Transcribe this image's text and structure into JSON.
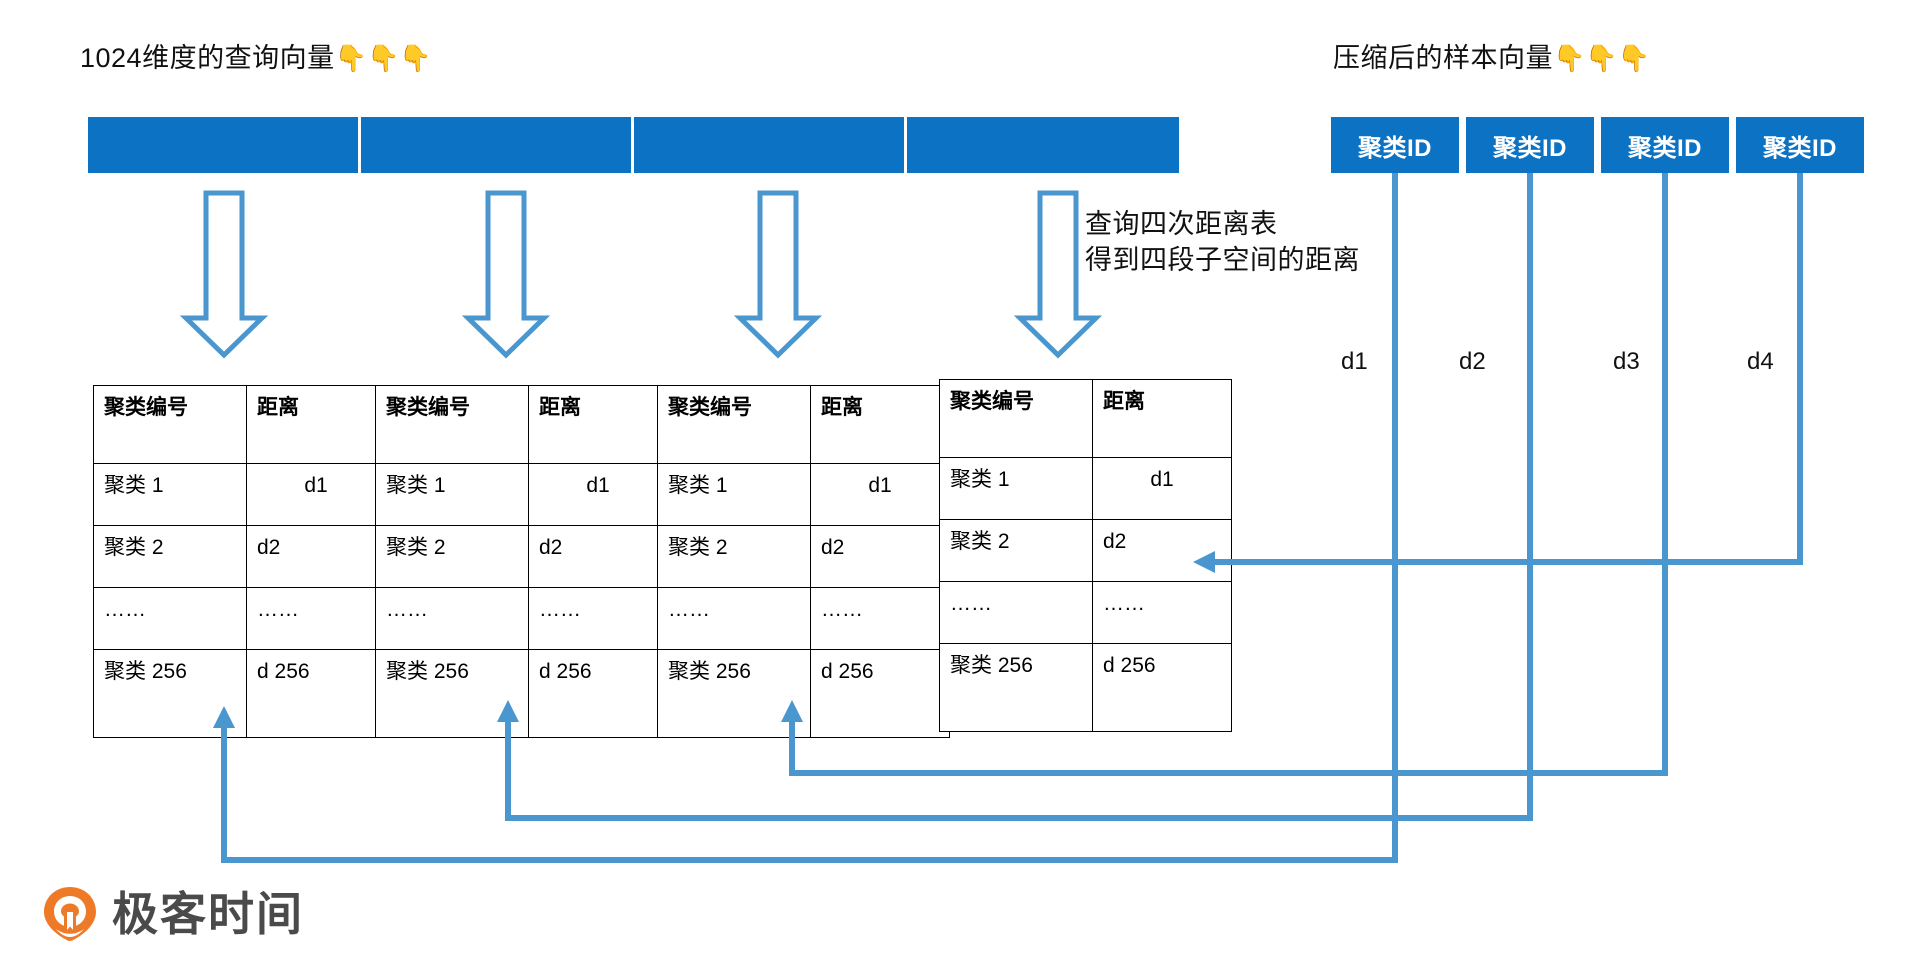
{
  "headings": {
    "left": "1024维度的查询向量",
    "left_emoji": "👇👇👇",
    "right": "压缩后的样本向量",
    "right_emoji": "👇👇👇"
  },
  "annotation": {
    "line1": "查询四次距离表",
    "line2": "得到四段子空间的距离"
  },
  "query_vector": {
    "segment_count": 4,
    "color": "#0B72C4"
  },
  "cluster_id_boxes": [
    {
      "label": "聚类ID"
    },
    {
      "label": "聚类ID"
    },
    {
      "label": "聚类ID"
    },
    {
      "label": "聚类ID"
    }
  ],
  "distance_labels": [
    "d1",
    "d2",
    "d3",
    "d4"
  ],
  "tables": [
    {
      "headers": [
        "聚类编号",
        "距离"
      ],
      "rows": [
        [
          "聚类 1",
          "d1"
        ],
        [
          "聚类 2",
          "d2"
        ],
        [
          "……",
          "……"
        ],
        [
          "聚类 256",
          "d 256"
        ]
      ]
    },
    {
      "headers": [
        "聚类编号",
        "距离"
      ],
      "rows": [
        [
          "聚类 1",
          "d1"
        ],
        [
          "聚类 2",
          "d2"
        ],
        [
          "……",
          "……"
        ],
        [
          "聚类 256",
          "d 256"
        ]
      ]
    },
    {
      "headers": [
        "聚类编号",
        "距离"
      ],
      "rows": [
        [
          "聚类 1",
          "d1"
        ],
        [
          "聚类 2",
          "d2"
        ],
        [
          "……",
          "……"
        ],
        [
          "聚类 256",
          "d 256"
        ]
      ]
    },
    {
      "headers": [
        "聚类编号",
        "距离"
      ],
      "rows": [
        [
          "聚类 1",
          "d1"
        ],
        [
          "聚类 2",
          "d2"
        ],
        [
          "……",
          "……"
        ],
        [
          "聚类 256",
          "d 256"
        ]
      ]
    }
  ],
  "logo": {
    "text": "极客时间",
    "mark_color": "#EE7A28"
  },
  "colors": {
    "blue_fill": "#0B72C4",
    "connector_blue": "#4A96CF",
    "arrow_outline": "#4A96CF",
    "text": "#111111"
  }
}
